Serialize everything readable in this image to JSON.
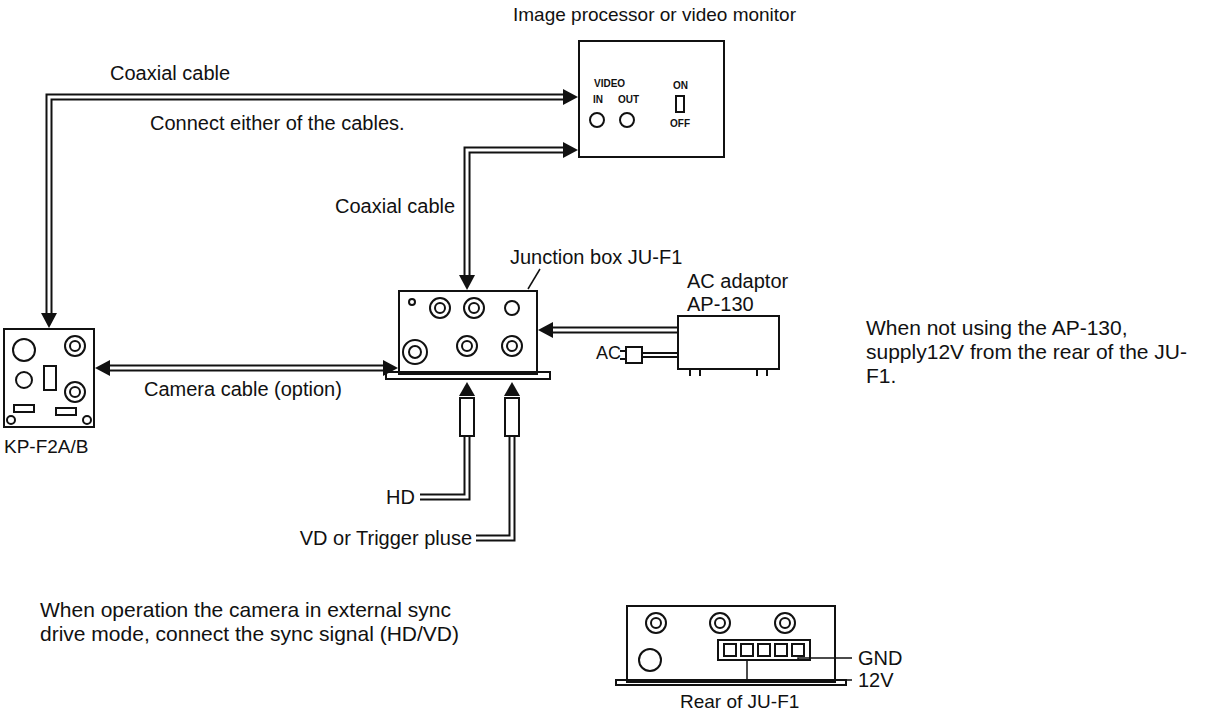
{
  "diagram": {
    "nodes": [
      {
        "text": [
          "Image processor or video monitor",
          "VIDEO",
          "IN",
          "OUT",
          "ON",
          "OFF"
        ]
      },
      {
        "text": [
          "KP-F2A/B"
        ]
      },
      {
        "text": [
          "Junction box JU-F1"
        ]
      },
      {
        "text": [
          "AC adaptor AP-130"
        ]
      },
      {
        "text": [
          "Rear of JU-F1"
        ]
      }
    ],
    "edges": [
      {
        "from": 1,
        "to": 0,
        "arrow": "both",
        "label": "Coaxial cable"
      },
      {
        "from": 2,
        "to": 0,
        "arrow": "both",
        "label": "Coaxial cable"
      },
      {
        "from": 1,
        "to": 2,
        "arrow": "both",
        "label": "Camera cable (option)"
      },
      {
        "from": 3,
        "to": 2,
        "arrow": "to"
      }
    ],
    "labels": [
      "Connect either of the cables.",
      "AC",
      "When not using the AP-130, supply12V from the rear of the JU-F1.",
      "HD",
      "VD or Trigger pluse",
      "When operation the camera in external sync drive mode, connect the sync signal (HD/VD)",
      "GND",
      "12V"
    ]
  }
}
